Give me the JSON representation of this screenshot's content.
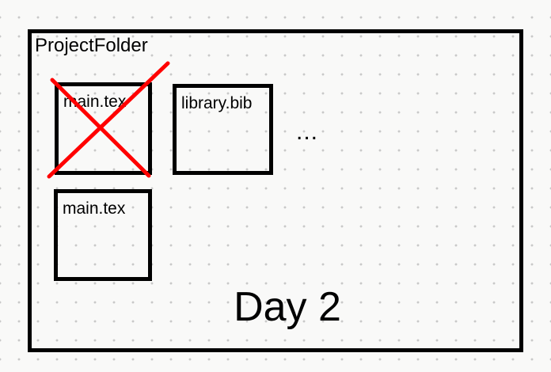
{
  "folder": {
    "title": "ProjectFolder"
  },
  "files": [
    {
      "label": "main.tex",
      "status": "crossed-out"
    },
    {
      "label": "library.bib"
    },
    {
      "label": "main.tex"
    }
  ],
  "more_indicator": "...",
  "day_label": "Day 2",
  "colors": {
    "background": "#f9f9f8",
    "stroke": "#000000",
    "cross": "#ff0000",
    "grid_dot": "#c9c9c9"
  }
}
